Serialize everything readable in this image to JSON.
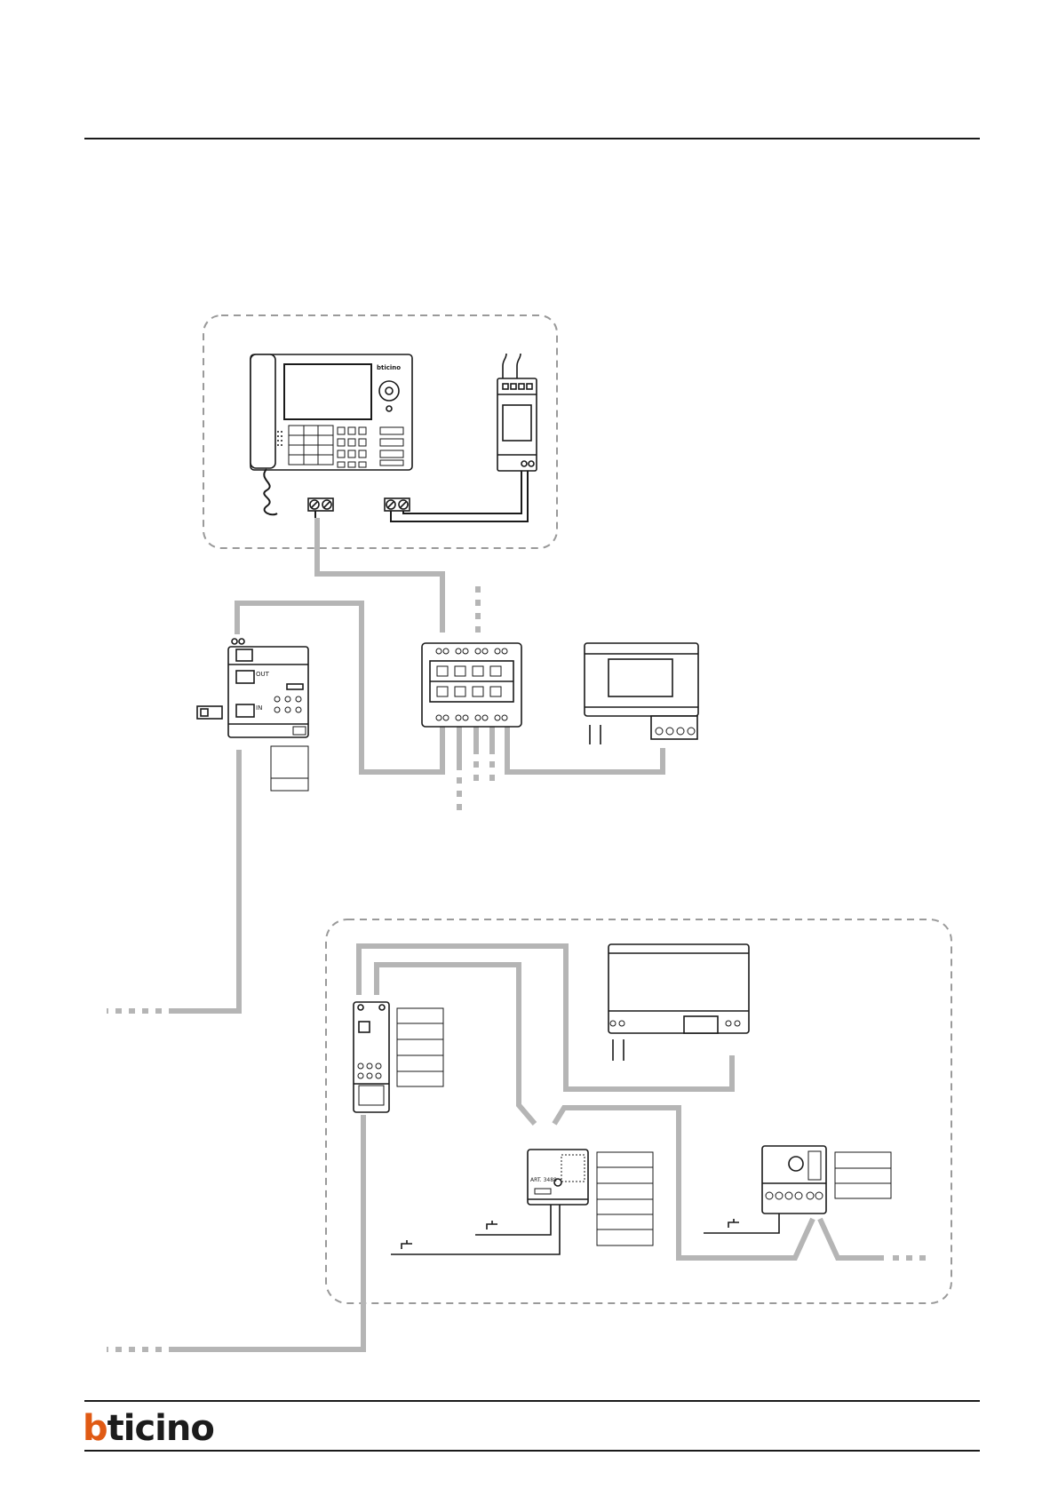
{
  "brand": {
    "logo_text": "bticino",
    "accent_color": "#e05a14"
  },
  "colors": {
    "wire": "#b5b5b5",
    "line": "#1a1a1a",
    "dashed_frame": "#9a9a9a"
  },
  "labels": {
    "switcher_out": "OUT",
    "switcher_in": "IN",
    "interface_code": "ART. 3488",
    "handset_brand": "bticino"
  },
  "icons": {
    "terminal_block": "terminal-screw-icon",
    "push_button": "push-button-icon",
    "plug": "plug-icon"
  }
}
